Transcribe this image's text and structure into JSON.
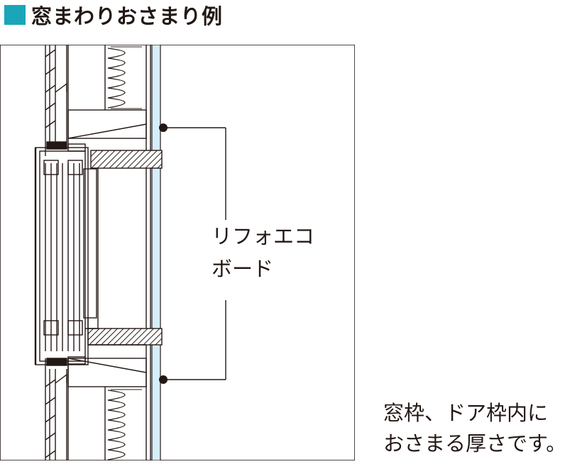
{
  "title": {
    "text": "窓まわりおさまり例",
    "marker_color": "#1aa5b9"
  },
  "callout": {
    "line1": "リフォエコ",
    "line2": "ボード"
  },
  "note": {
    "line1": "窓枠、ドア枠内に",
    "line2": "おさまる厚さです。"
  },
  "colors": {
    "line": "#231815",
    "glass_strip": "#d6eef9",
    "background": "#ffffff"
  },
  "icons": {
    "insulation": "zigzag-insulation",
    "hatch": "diagonal-hatch"
  }
}
